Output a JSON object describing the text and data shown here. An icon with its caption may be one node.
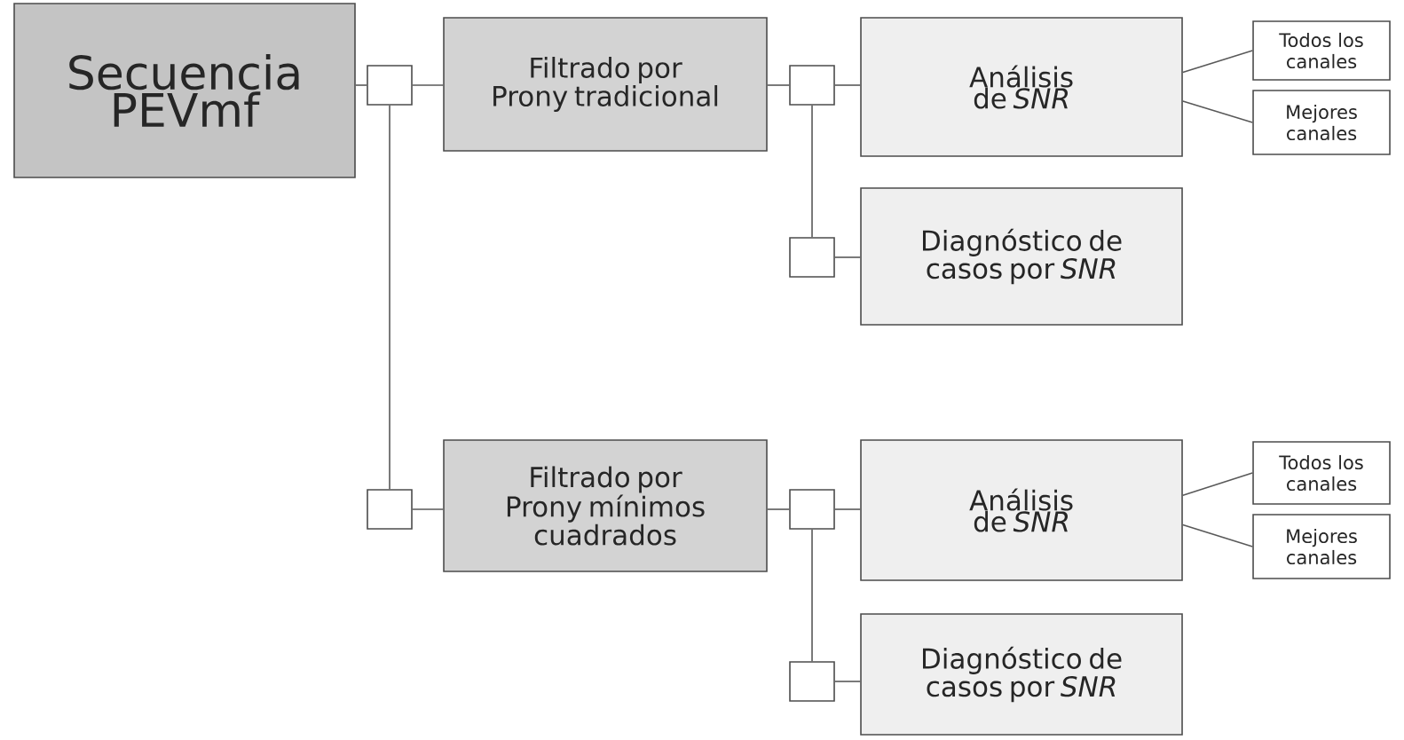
{
  "diagram": {
    "nodes": [
      {
        "text": [
          "Secuencia PEVmf"
        ]
      },
      {
        "text": [],
        "shape": "box"
      },
      {
        "text": [
          "Filtrado por Prony tradicional"
        ]
      },
      {
        "text": [],
        "shape": "box"
      },
      {
        "text": [
          "Análisis de *SNR*"
        ]
      },
      {
        "text": [
          "Todos los canales"
        ]
      },
      {
        "text": [
          "Mejores canales"
        ]
      },
      {
        "text": [],
        "shape": "box"
      },
      {
        "text": [
          "Diagnóstico de casos por *SNR*"
        ]
      },
      {
        "text": [],
        "shape": "box"
      },
      {
        "text": [
          "Filtrado por Prony mínimos cuadrados"
        ]
      },
      {
        "text": [],
        "shape": "box"
      },
      {
        "text": [
          "Análisis de *SNR*"
        ]
      },
      {
        "text": [
          "Todos los canales"
        ]
      },
      {
        "text": [
          "Mejores canales"
        ]
      },
      {
        "text": [],
        "shape": "box"
      },
      {
        "text": [
          "Diagnóstico de casos por *SNR*"
        ]
      }
    ],
    "edges": [
      {
        "from": 0,
        "to": 1,
        "arrow": "none"
      },
      {
        "from": 1,
        "to": 2,
        "arrow": "none"
      },
      {
        "from": 1,
        "to": 9,
        "arrow": "none"
      },
      {
        "from": 2,
        "to": 3,
        "arrow": "none"
      },
      {
        "from": 3,
        "to": 4,
        "arrow": "none"
      },
      {
        "from": 3,
        "to": 7,
        "arrow": "none"
      },
      {
        "from": 7,
        "to": 8,
        "arrow": "none"
      },
      {
        "from": 4,
        "to": 5,
        "arrow": "none"
      },
      {
        "from": 4,
        "to": 6,
        "arrow": "none"
      },
      {
        "from": 9,
        "to": 10,
        "arrow": "none"
      },
      {
        "from": 10,
        "to": 11,
        "arrow": "none"
      },
      {
        "from": 11,
        "to": 12,
        "arrow": "none"
      },
      {
        "from": 11,
        "to": 15,
        "arrow": "none"
      },
      {
        "from": 15,
        "to": 16,
        "arrow": "none"
      },
      {
        "from": 12,
        "to": 13,
        "arrow": "none"
      },
      {
        "from": 12,
        "to": 14,
        "arrow": "none"
      }
    ]
  }
}
